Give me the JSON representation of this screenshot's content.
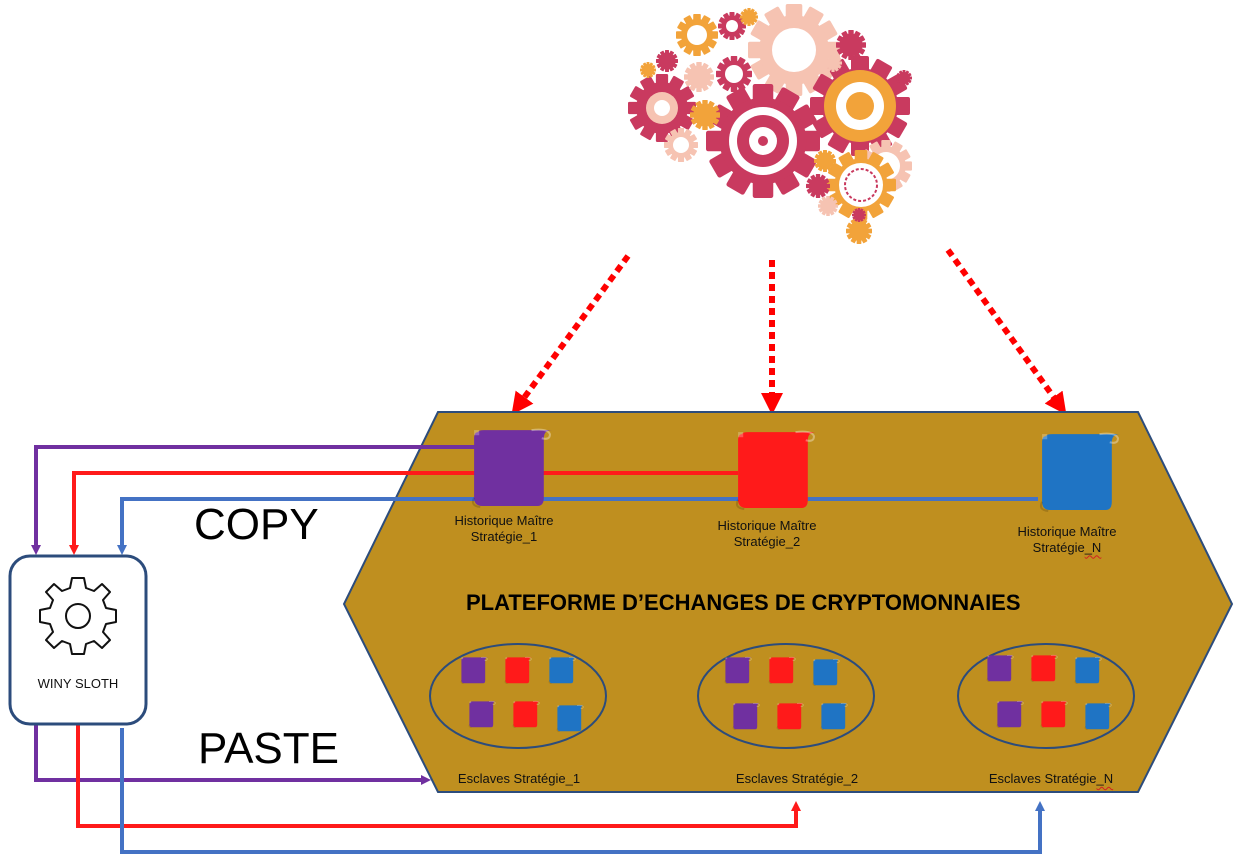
{
  "copy_label": "COPY",
  "paste_label": "PASTE",
  "platform_title": "PLATEFORME D’ECHANGES DE CRYPTOMONNAIES",
  "sloth_label": "WINY SLOTH",
  "masters": [
    {
      "line1": "Historique Maître",
      "line2_a": "Stratégie",
      "line2_b": "_1",
      "color": "#7030a0"
    },
    {
      "line1": "Historique Maître",
      "line2_a": "Stratégie",
      "line2_b": "_2",
      "color": "#ff1a1a"
    },
    {
      "line1": "Historique Maître",
      "line2_a": "Stratégie",
      "line2_b": "_N",
      "color": "#1f74c4"
    }
  ],
  "slaves": [
    {
      "label_a": "Esclaves Stratégie",
      "label_b": "_1"
    },
    {
      "label_a": "Esclaves Stratégie",
      "label_b": "_2"
    },
    {
      "label_a": "Esclaves Stratégie",
      "label_b": "_N"
    }
  ],
  "colors": {
    "platform": "#bf8f1f",
    "platform_border": "#2c4c7c",
    "purple": "#7030a0",
    "red": "#ff1a1a",
    "blue": "#4472c4",
    "dotted_arrow": "#ff0000",
    "gear_magenta": "#c93a5f",
    "gear_orange": "#f2a33a",
    "gear_peach": "#f6c3b2"
  }
}
